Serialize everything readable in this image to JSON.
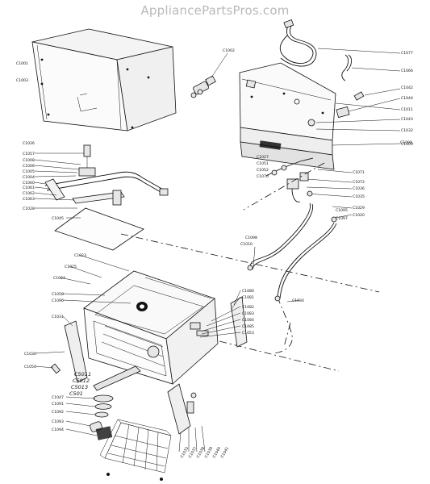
{
  "watermark": "AppliancePartsPros.com",
  "callouts": [
    {
      "id": "c1",
      "text": "C1001"
    },
    {
      "id": "c2",
      "text": "C1003"
    },
    {
      "id": "c3",
      "text": "C1002"
    },
    {
      "id": "c4",
      "text": "C1077"
    },
    {
      "id": "c5",
      "text": "C1066"
    },
    {
      "id": "c6",
      "text": "C1042"
    },
    {
      "id": "c7",
      "text": "C1044"
    },
    {
      "id": "c8",
      "text": "C1011"
    },
    {
      "id": "c9",
      "text": "C1043"
    },
    {
      "id": "c10",
      "text": "C1032"
    },
    {
      "id": "c11",
      "text": "C1009"
    },
    {
      "id": "c12",
      "text": "C1026"
    },
    {
      "id": "c13",
      "text": "C1057"
    },
    {
      "id": "c14",
      "text": "C1008"
    },
    {
      "id": "c15",
      "text": "C1006"
    },
    {
      "id": "c16",
      "text": "C1005"
    },
    {
      "id": "c17",
      "text": "C1004"
    },
    {
      "id": "c18",
      "text": "C1060"
    },
    {
      "id": "c19",
      "text": "C1061"
    },
    {
      "id": "c20",
      "text": "C1062"
    },
    {
      "id": "c21",
      "text": "C1063"
    },
    {
      "id": "c22",
      "text": "C1028"
    },
    {
      "id": "c23",
      "text": "C1027"
    },
    {
      "id": "c24",
      "text": "C1051"
    },
    {
      "id": "c25",
      "text": "C1052"
    },
    {
      "id": "c26",
      "text": "C1070"
    },
    {
      "id": "c27",
      "text": "C1071"
    },
    {
      "id": "c28",
      "text": "C1072"
    },
    {
      "id": "c29",
      "text": "C1036"
    },
    {
      "id": "c30",
      "text": "C1035"
    },
    {
      "id": "c31",
      "text": "C1029"
    },
    {
      "id": "c32",
      "text": "C1020"
    },
    {
      "id": "c33",
      "text": "C1010"
    },
    {
      "id": "c34",
      "text": "C1034"
    },
    {
      "id": "c35",
      "text": "C1023"
    },
    {
      "id": "c36",
      "text": "C1025"
    },
    {
      "id": "c37",
      "text": "C1024"
    },
    {
      "id": "c38",
      "text": "C1058"
    },
    {
      "id": "c39",
      "text": "C1096"
    },
    {
      "id": "c40",
      "text": "C1031"
    },
    {
      "id": "c41",
      "text": "C1030"
    },
    {
      "id": "c42",
      "text": "C1050"
    },
    {
      "id": "c43",
      "text": "C1080"
    },
    {
      "id": "c44",
      "text": "C1081"
    },
    {
      "id": "c45",
      "text": "C1082"
    },
    {
      "id": "c46",
      "text": "C1083"
    },
    {
      "id": "c47",
      "text": "C1084"
    },
    {
      "id": "c48",
      "text": "C1085"
    },
    {
      "id": "c49",
      "text": "C1053"
    },
    {
      "id": "c50",
      "text": "C1047"
    },
    {
      "id": "c51",
      "text": "C1091"
    },
    {
      "id": "c52",
      "text": "C1092"
    },
    {
      "id": "c53",
      "text": "C1093"
    },
    {
      "id": "c54",
      "text": "C1094"
    },
    {
      "id": "c55",
      "text": "C1045"
    },
    {
      "id": "c56",
      "text": "C1033"
    },
    {
      "id": "c57",
      "text": "C1037"
    },
    {
      "id": "c58",
      "text": "C1038"
    },
    {
      "id": "c59",
      "text": "C1039"
    },
    {
      "id": "c60",
      "text": "C1040"
    },
    {
      "id": "c61",
      "text": "C1041"
    },
    {
      "id": "c62",
      "text": "C1095"
    },
    {
      "id": "c63",
      "text": "C1097"
    },
    {
      "id": "c64",
      "text": "C1098"
    },
    {
      "id": "c65",
      "text": "C1099"
    }
  ],
  "handwritten": [
    {
      "id": "h1",
      "text": "C5011"
    },
    {
      "id": "h2",
      "text": "C5012"
    },
    {
      "id": "h3",
      "text": "C5013"
    },
    {
      "id": "h4",
      "text": "C501"
    }
  ]
}
